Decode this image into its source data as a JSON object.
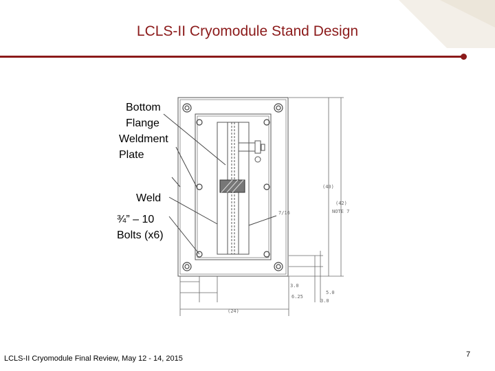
{
  "slide": {
    "title": "LCLS-II Cryomodule Stand Design",
    "footer": "LCLS-II Cryomodule Final Review, May 12 - 14, 2015",
    "page_number": "7"
  },
  "callouts": {
    "bottom_flange": "Bottom\nFlange",
    "weldment_plate": "Weldment\nPlate",
    "weld": "Weld",
    "bolts": "¾” – 10\nBolts (x6)"
  },
  "dimensions": {
    "d40": "(40)",
    "d42": "(42)",
    "note7": "NOTE 7",
    "d7_16": "7/16",
    "d3_0a": "3.0",
    "d6_25": "6.25",
    "d5_0": "5.0",
    "d3_0b": "3.0",
    "d24": "(24)"
  },
  "colors": {
    "accent": "#8b1a1a",
    "drawing_line": "#555555"
  }
}
